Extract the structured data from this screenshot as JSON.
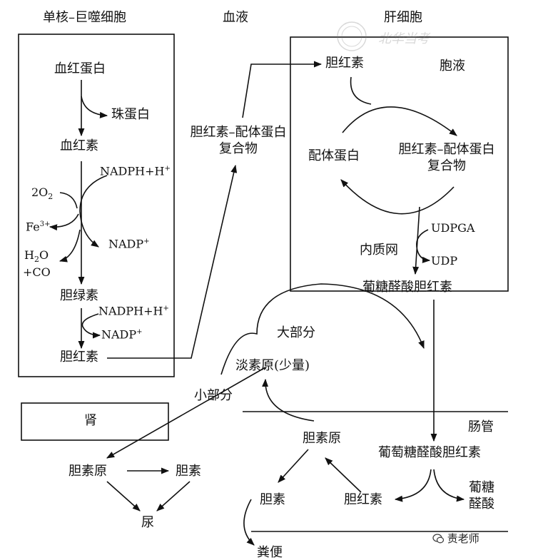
{
  "titles": {
    "macrophage": "单核–巨噬细胞",
    "blood": "血液",
    "liver": "肝细胞",
    "cytosol": "胞液",
    "intestine": "肠管",
    "kidney": "肾"
  },
  "macrophage": {
    "hemoglobin": "血红蛋白",
    "globin": "珠蛋白",
    "heme": "血红素",
    "nadph1": "NADPH+H",
    "nadph1_sup": "+",
    "o2": "2O",
    "o2_sub": "2",
    "fe": "Fe",
    "fe_sup": "3+",
    "nadp1": "NADP",
    "nadp1_sup": "+",
    "h2o": "H",
    "h2o_sub": "2",
    "h2o_rest": "O",
    "co": "+CO",
    "biliverdin": "胆绿素",
    "nadph2": "NADPH+H",
    "nadph2_sup": "+",
    "nadp2": "NADP",
    "nadp2_sup": "+",
    "bilirubin": "胆红素"
  },
  "blood_complex": "胆红素–配体蛋白复合物",
  "liver": {
    "bilirubin": "胆红素",
    "ligandin": "配体蛋白",
    "complex": "胆红素–配体蛋白复合物",
    "udpga": "UDPGA",
    "er": "内质网",
    "udp": "UDP",
    "glucuronide": "葡糖醛酸胆红素"
  },
  "cycle": {
    "major": "大部分",
    "urobilinogen_small": "淡素原(少量)",
    "minor": "小部分"
  },
  "intestine": {
    "glucuronide": "葡萄糖醛酸胆红素",
    "urobilinogen": "胆素原",
    "bilirubin": "胆红素",
    "glucuronic_acid": "葡糖醛酸",
    "bilin": "胆素",
    "feces": "粪便"
  },
  "kidney_side": {
    "urobilinogen": "胆素原",
    "bilin": "胆素",
    "urine": "尿"
  },
  "watermark": "北华当考",
  "brand": "责老师"
}
